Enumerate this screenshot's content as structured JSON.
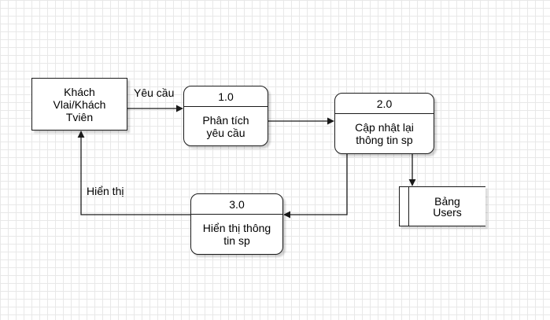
{
  "diagram": {
    "type": "data-flow-diagram",
    "colors": {
      "stroke": "#1a1a1a",
      "background": "#ffffff",
      "grid": "#e8e8e8"
    },
    "external_entity": {
      "label": "Khách\nVlai/Khách\nTviên"
    },
    "processes": [
      {
        "id": "1.0",
        "label": "Phân tích\nyêu cầu"
      },
      {
        "id": "2.0",
        "label": "Cập nhật lại\nthông tin sp"
      },
      {
        "id": "3.0",
        "label": "Hiển thị thông\ntin sp"
      }
    ],
    "data_store": {
      "label": "Bảng\nUsers"
    },
    "flows": [
      {
        "from": "external_entity",
        "to": "1.0",
        "label": "Yêu cầu"
      },
      {
        "from": "1.0",
        "to": "2.0",
        "label": ""
      },
      {
        "from": "2.0",
        "to": "data_store",
        "label": ""
      },
      {
        "from": "2.0",
        "to": "3.0",
        "label": ""
      },
      {
        "from": "3.0",
        "to": "external_entity",
        "label": "Hiển thị"
      }
    ]
  }
}
